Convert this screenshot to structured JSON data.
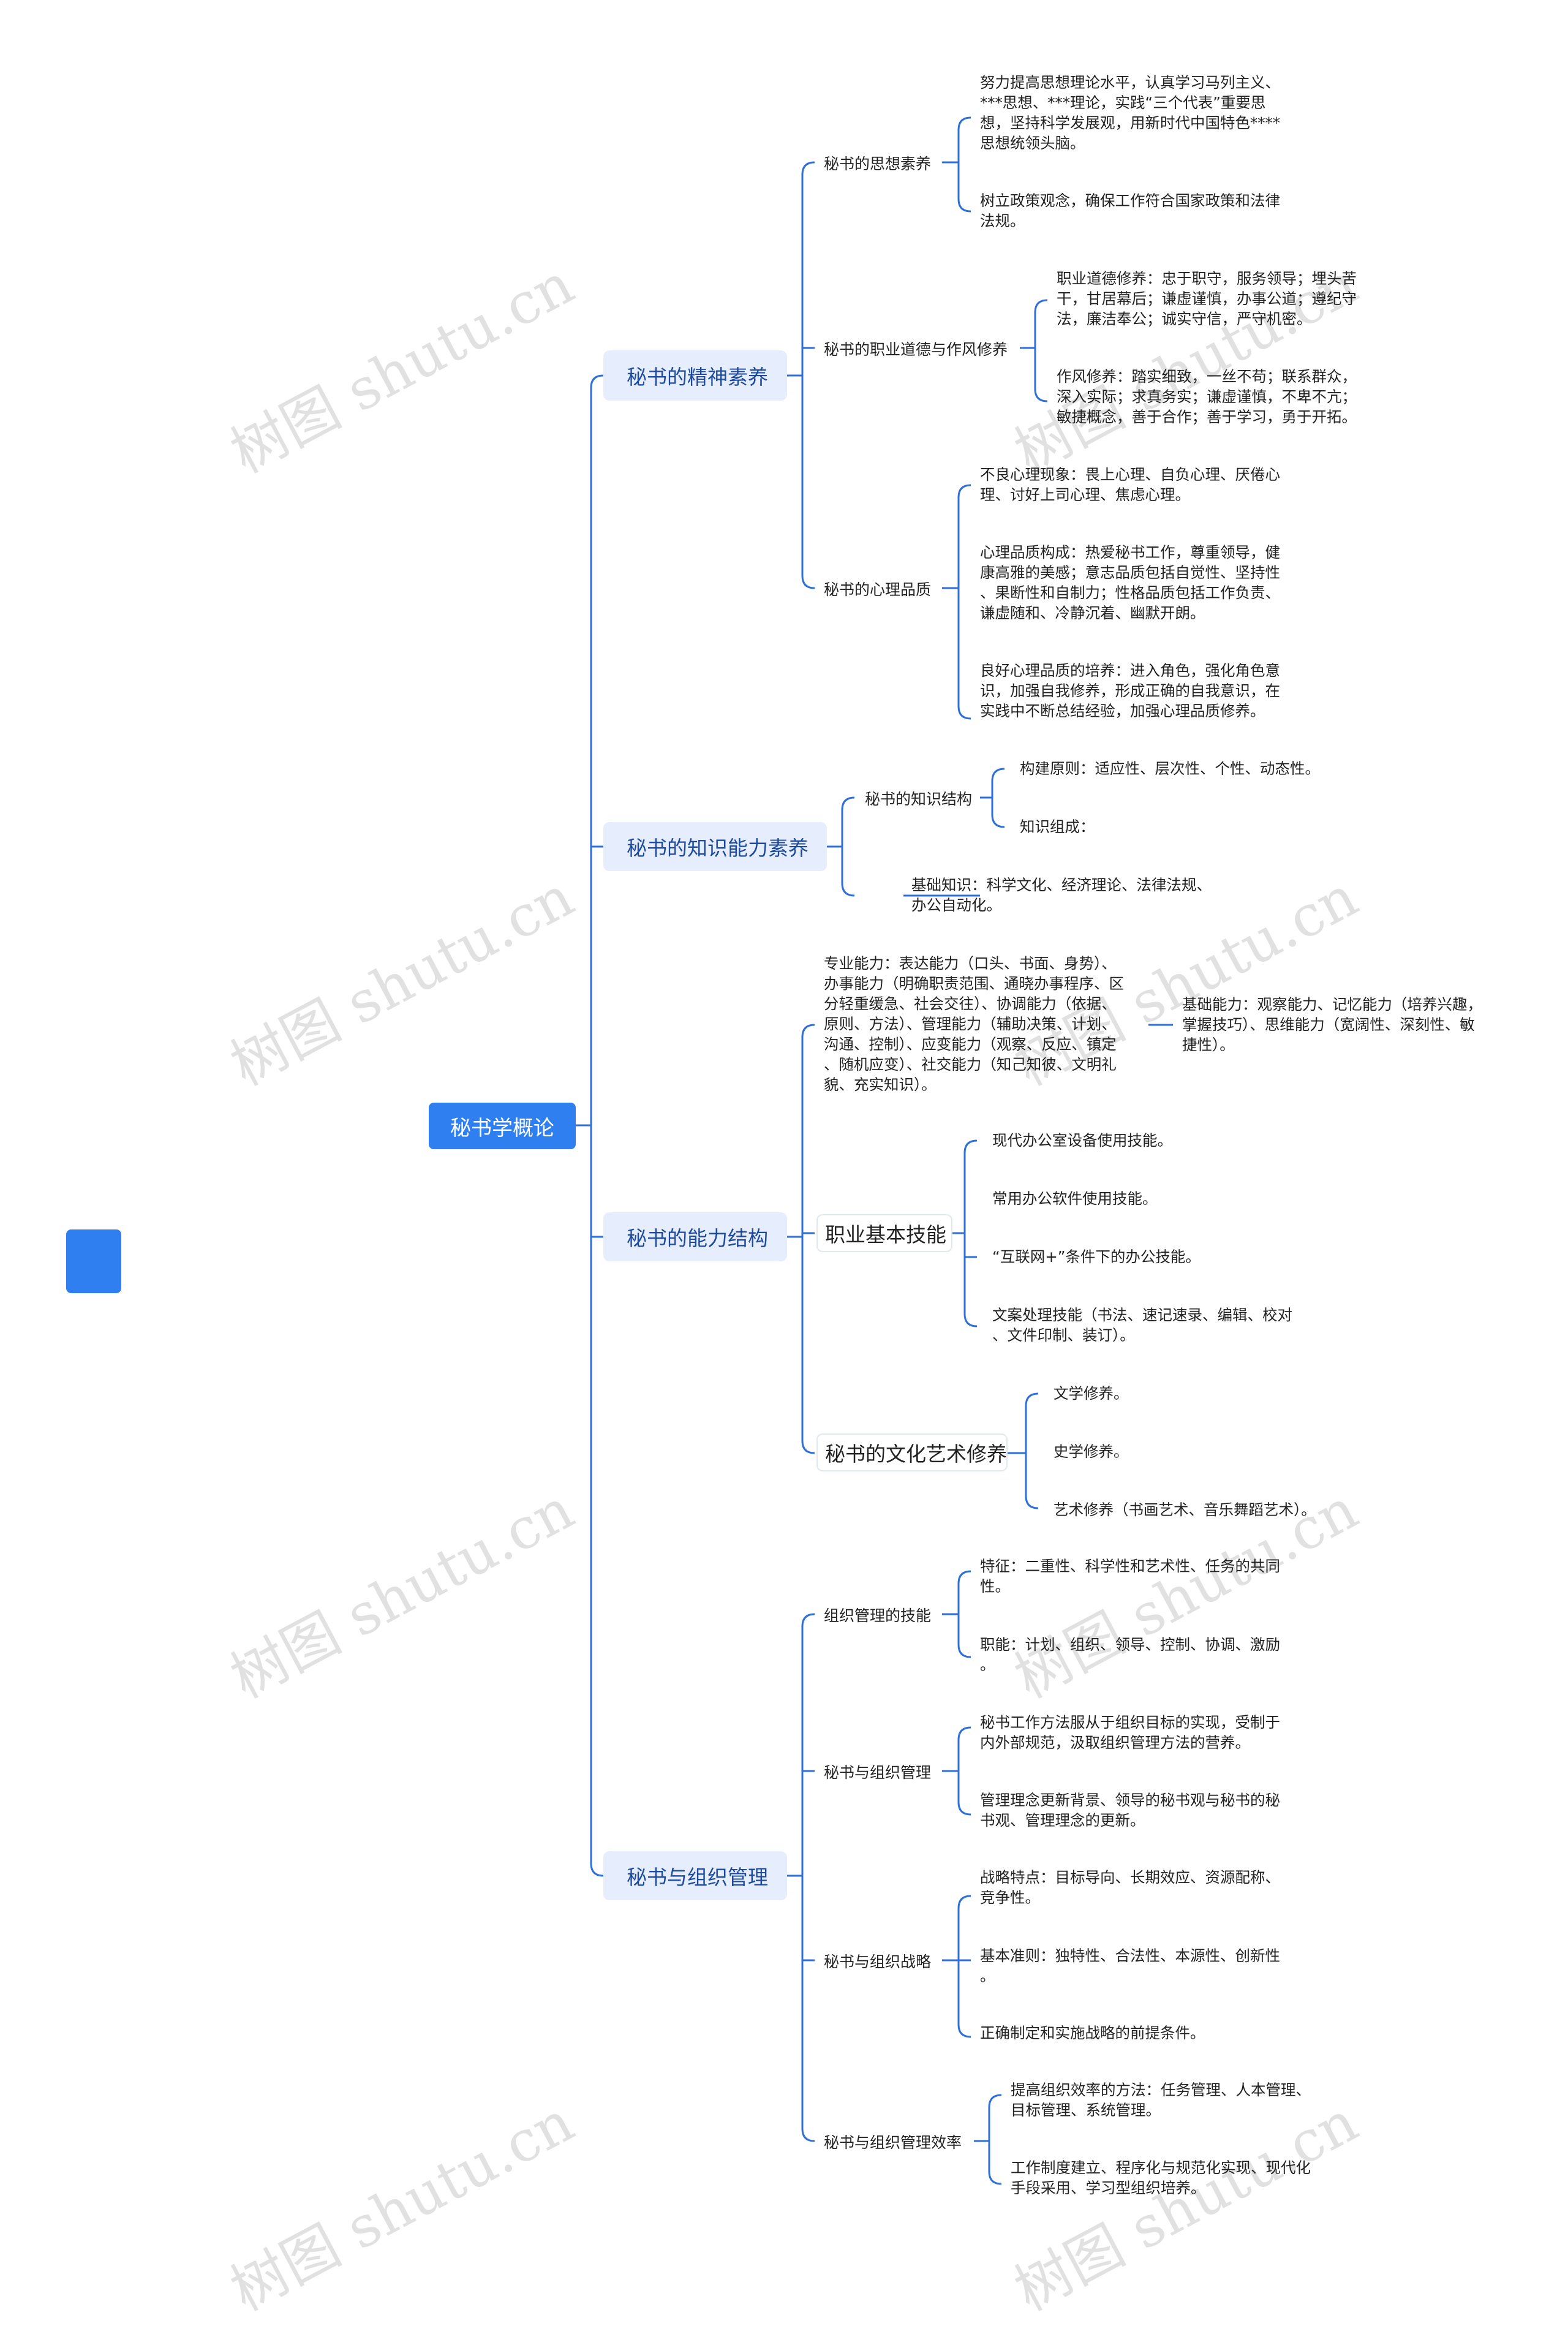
{
  "root": "秘书学概论",
  "watermark": "树图 shutu.cn",
  "colors": {
    "root": "#2f7ff0",
    "branch_bg": "#e6eefe",
    "branch_text": "#1f4b9d",
    "line": "#2f6fd8"
  },
  "branches": {
    "spirit": {
      "label": "秘书的精神素养",
      "thought": {
        "label": "秘书的思想素养",
        "leaf1": [
          "努力提高思想理论水平，认真学习马列主义、",
          "***思想、***理论，实践“三个代表”重要思",
          "想，坚持科学发展观，用新时代中国特色****",
          "思想统领头脑。"
        ],
        "leaf2": [
          "树立政策观念，确保工作符合国家政策和法律",
          "法规。"
        ]
      },
      "ethics": {
        "label": "秘书的职业道德与作风修养",
        "leaf1": [
          "职业道德修养：忠于职守，服务领导；埋头苦",
          "干，甘居幕后；谦虚谨慎，办事公道；遵纪守",
          "法，廉洁奉公；诚实守信，严守机密。"
        ],
        "leaf2": [
          "作风修养：踏实细致，一丝不苟；联系群众，",
          "深入实际；求真务实；谦虚谨慎，不卑不亢；",
          "敏捷概念，善于合作；善于学习，勇于开拓。"
        ]
      },
      "psych": {
        "label": "秘书的心理品质",
        "leaf1": [
          "不良心理现象：畏上心理、自负心理、厌倦心",
          "理、讨好上司心理、焦虑心理。"
        ],
        "leaf2": [
          "心理品质构成：热爱秘书工作，尊重领导，健",
          "康高雅的美感；意志品质包括自觉性、坚持性",
          "、果断性和自制力；性格品质包括工作负责、",
          "谦虚随和、冷静沉着、幽默开朗。"
        ],
        "leaf3": [
          "良好心理品质的培养：进入角色，强化角色意",
          "识，加强自我修养，形成正确的自我意识，在",
          "实践中不断总结经验，加强心理品质修养。"
        ]
      }
    },
    "knowledge": {
      "label": "秘书的知识能力素养",
      "structure": {
        "label": "秘书的知识结构",
        "leaf1": [
          "构建原则：适应性、层次性、个性、动态性。"
        ],
        "leaf2": [
          "知识组成："
        ]
      },
      "basic": [
        "基础知识：科学文化、经济理论、法律法规、",
        "办公自动化。"
      ]
    },
    "ability": {
      "label": "秘书的能力结构",
      "pro": [
        "专业能力：表达能力（口头、书面、身势）、",
        "办事能力（明确职责范围、通晓办事程序、区",
        "分轻重缓急、社会交往）、协调能力（依据、",
        "原则、方法）、管理能力（辅助决策、计划、",
        "沟通、控制）、应变能力（观察、反应、镇定",
        "、随机应变）、社交能力（知己知彼、文明礼",
        "貌、充实知识）。"
      ],
      "base": [
        "基础能力：观察能力、记忆能力（培养兴趣，",
        "掌握技巧）、思维能力（宽阔性、深刻性、敏",
        "捷性）。"
      ],
      "skills": {
        "label": "职业基本技能",
        "leaf1": [
          "现代办公室设备使用技能。"
        ],
        "leaf2": [
          "常用办公软件使用技能。"
        ],
        "leaf3": [
          "“互联网+”条件下的办公技能。"
        ],
        "leaf4": [
          "文案处理技能（书法、速记速录、编辑、校对",
          "、文件印制、装订）。"
        ]
      },
      "culture": {
        "label": "秘书的文化艺术修养",
        "leaf1": [
          "文学修养。"
        ],
        "leaf2": [
          "史学修养。"
        ],
        "leaf3": [
          "艺术修养（书画艺术、音乐舞蹈艺术）。"
        ]
      }
    },
    "org": {
      "label": "秘书与组织管理",
      "skill": {
        "label": "组织管理的技能",
        "leaf1": [
          "特征：二重性、科学性和艺术性、任务的共同",
          "性。"
        ],
        "leaf2": [
          "职能：计划、组织、领导、控制、协调、激励",
          "。"
        ]
      },
      "mgmt": {
        "label": "秘书与组织管理",
        "leaf1": [
          "秘书工作方法服从于组织目标的实现，受制于",
          "内外部规范，汲取组织管理方法的营养。"
        ],
        "leaf2": [
          "管理理念更新背景、领导的秘书观与秘书的秘",
          "书观、管理理念的更新。"
        ]
      },
      "strategy": {
        "label": "秘书与组织战略",
        "leaf1": [
          "战略特点：目标导向、长期效应、资源配称、",
          "竞争性。"
        ],
        "leaf2": [
          "基本准则：独特性、合法性、本源性、创新性",
          "。"
        ],
        "leaf3": [
          "正确制定和实施战略的前提条件。"
        ]
      },
      "efficiency": {
        "label": "秘书与组织管理效率",
        "leaf1": [
          "提高组织效率的方法：任务管理、人本管理、",
          "目标管理、系统管理。"
        ],
        "leaf2": [
          "工作制度建立、程序化与规范化实现、现代化",
          "手段采用、学习型组织培养。"
        ]
      }
    }
  }
}
